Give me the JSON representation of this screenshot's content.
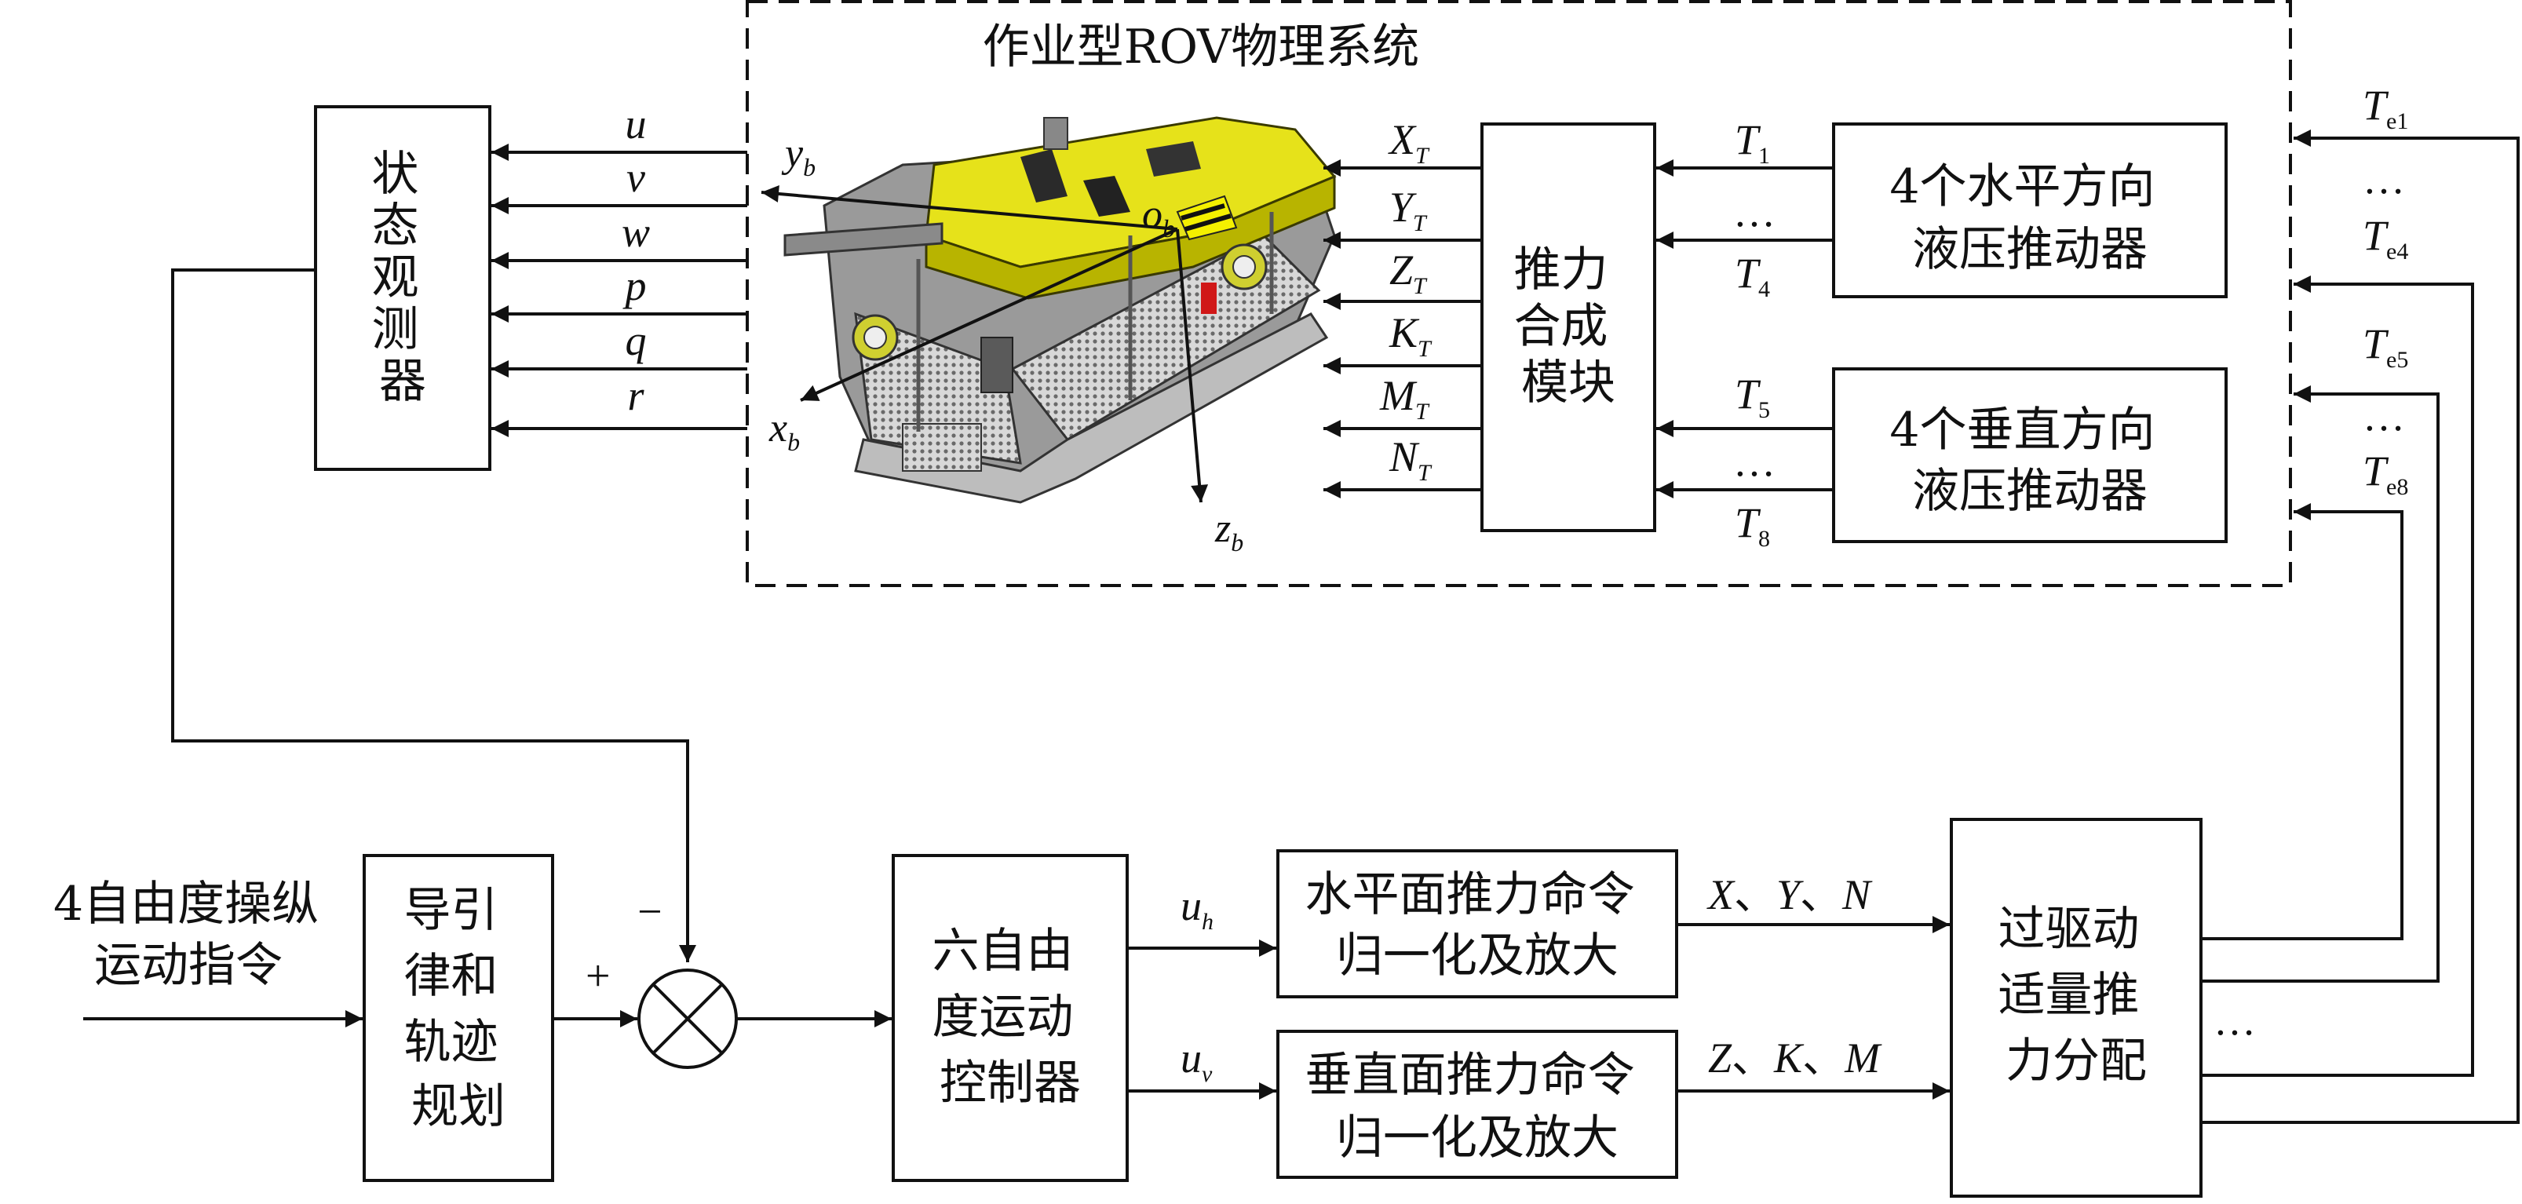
{
  "system_title": "作业型ROV物理系统",
  "observer": "状态观测器",
  "state_vars": [
    "u",
    "v",
    "w",
    "p",
    "q",
    "r"
  ],
  "axes": {
    "yb": {
      "main": "y",
      "sub": "b"
    },
    "xb": {
      "main": "x",
      "sub": "b"
    },
    "zb": {
      "main": "z",
      "sub": "b"
    },
    "ob": {
      "main": "o",
      "sub": "b"
    }
  },
  "thrust_synthesis": [
    "推力",
    "合成",
    "模块"
  ],
  "forces": [
    {
      "main": "X",
      "sub": "T"
    },
    {
      "main": "Y",
      "sub": "T"
    },
    {
      "main": "Z",
      "sub": "T"
    },
    {
      "main": "K",
      "sub": "T"
    },
    {
      "main": "M",
      "sub": "T"
    },
    {
      "main": "N",
      "sub": "T"
    }
  ],
  "horizontal_thrusters": [
    "4个水平方向",
    "液压推动器"
  ],
  "vertical_thrusters": [
    "4个垂直方向",
    "液压推动器"
  ],
  "t_labels": {
    "t1": {
      "main": "T",
      "sub": "1"
    },
    "t4": {
      "main": "T",
      "sub": "4"
    },
    "t5": {
      "main": "T",
      "sub": "5"
    },
    "t8": {
      "main": "T",
      "sub": "8"
    }
  },
  "te_labels": {
    "te1": {
      "main": "T",
      "sub": "e1"
    },
    "te4": {
      "main": "T",
      "sub": "e4"
    },
    "te5": {
      "main": "T",
      "sub": "e5"
    },
    "te8": {
      "main": "T",
      "sub": "e8"
    }
  },
  "ellipsis": "…",
  "input_command": [
    "4自由度操纵",
    "运动指令"
  ],
  "guidance": [
    "导引",
    "律和",
    "轨迹",
    "规划"
  ],
  "sum_plus": "+",
  "sum_minus": "−",
  "controller": [
    "六自由",
    "度运动",
    "控制器"
  ],
  "uh": {
    "main": "u",
    "sub": "h"
  },
  "uv": {
    "main": "u",
    "sub": "v"
  },
  "horizontal_cmd": [
    "水平面推力命令",
    "归一化及放大"
  ],
  "vertical_cmd": [
    "垂直面推力命令",
    "归一化及放大"
  ],
  "xyn": [
    "X",
    "、",
    "Y",
    "、",
    "N"
  ],
  "zkm": [
    "Z",
    "、",
    "K",
    "、",
    "M"
  ],
  "allocation": [
    "过驱动",
    "适量推",
    "力分配"
  ]
}
